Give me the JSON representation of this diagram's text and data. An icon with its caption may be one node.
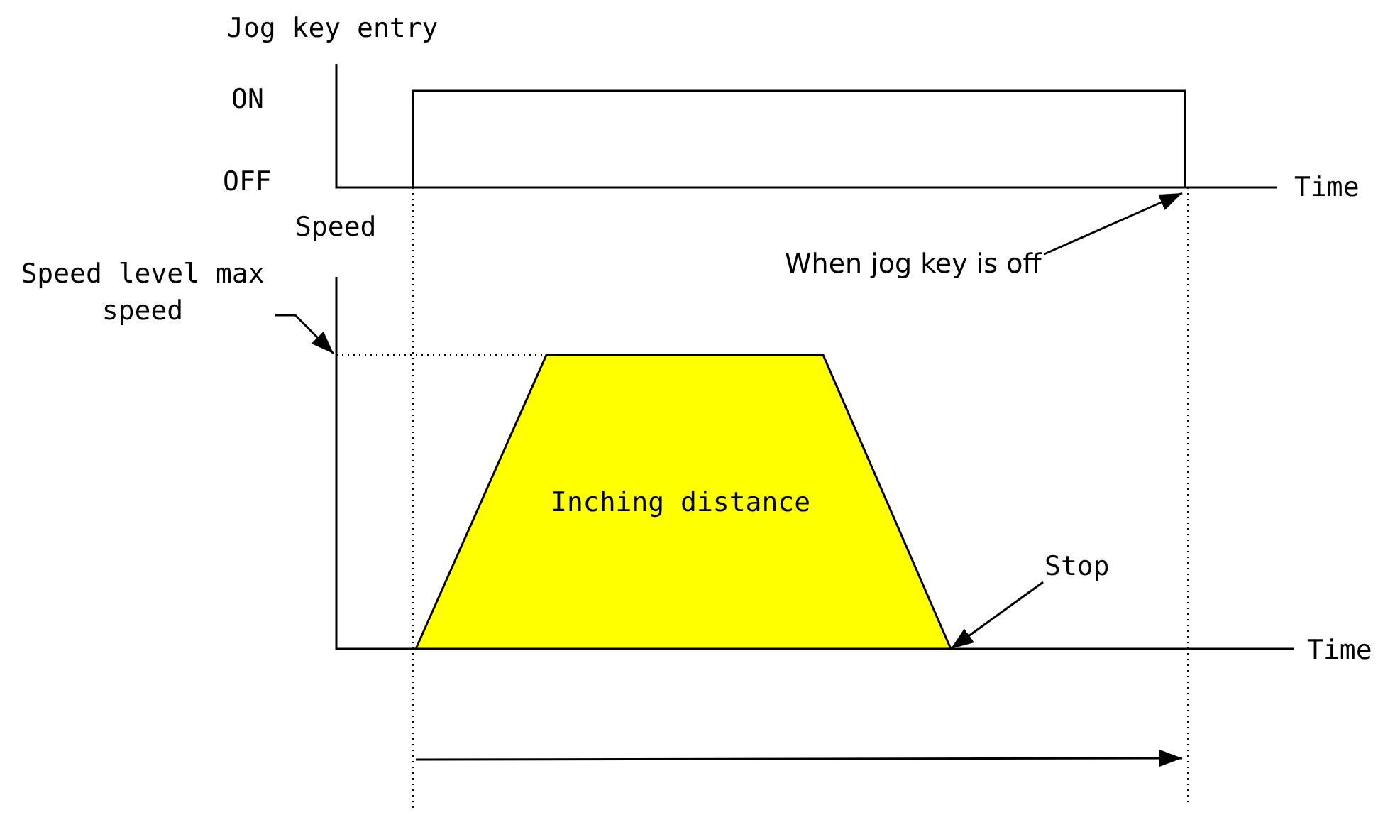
{
  "diagram": {
    "nodes": [
      {
        "text": [
          "Inching distance"
        ]
      },
      {
        "text": [
          "When jog key is off"
        ]
      },
      {
        "text": [
          "Speed level max speed"
        ]
      },
      {
        "text": [
          "Stop"
        ]
      }
    ],
    "edges": [
      {
        "from": 1,
        "to": null,
        "arrow": "to"
      },
      {
        "from": 2,
        "to": null,
        "arrow": "to"
      },
      {
        "from": 3,
        "to": 0,
        "arrow": "to"
      }
    ],
    "labels": [
      "Jog key entry",
      "ON",
      "OFF",
      "Time",
      "Speed",
      "Time"
    ]
  }
}
